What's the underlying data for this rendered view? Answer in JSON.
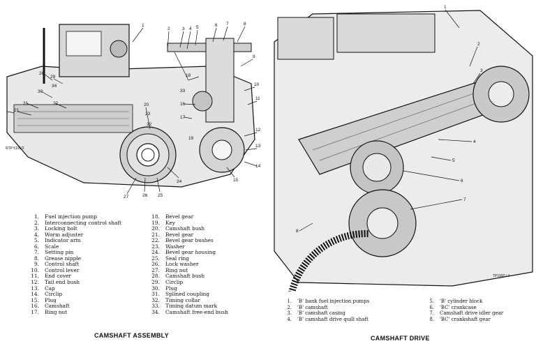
{
  "left_figure": {
    "caption": "CAMSHAFT ASSEMBLY",
    "reference_code": "NTP 5195/2",
    "callouts": [
      "1",
      "2",
      "3",
      "4",
      "5",
      "6",
      "7",
      "8",
      "9",
      "10",
      "11",
      "12",
      "13",
      "14",
      "15",
      "16",
      "17",
      "18",
      "19",
      "20",
      "21",
      "22",
      "23",
      "24",
      "25",
      "26",
      "27",
      "28",
      "29",
      "30",
      "31",
      "32",
      "33",
      "34"
    ],
    "legend": [
      {
        "num": "1.",
        "text": "Fuel injection pump"
      },
      {
        "num": "2.",
        "text": "Interconnecting control shaft"
      },
      {
        "num": "3.",
        "text": "Locking bolt"
      },
      {
        "num": "4.",
        "text": "Worm adjuster"
      },
      {
        "num": "5.",
        "text": "Indicator arm"
      },
      {
        "num": "6.",
        "text": "Scale"
      },
      {
        "num": "7.",
        "text": "Setting pin"
      },
      {
        "num": "8.",
        "text": "Grease nipple"
      },
      {
        "num": "9.",
        "text": "Control shaft"
      },
      {
        "num": "10.",
        "text": "Control lever"
      },
      {
        "num": "11.",
        "text": "End cover"
      },
      {
        "num": "12.",
        "text": "Tail end bush"
      },
      {
        "num": "13.",
        "text": "Cap"
      },
      {
        "num": "14.",
        "text": "Circlip"
      },
      {
        "num": "15.",
        "text": "Plug"
      },
      {
        "num": "16.",
        "text": "Camshaft"
      },
      {
        "num": "17.",
        "text": "Ring nut"
      },
      {
        "num": "18.",
        "text": "Bevel gear"
      },
      {
        "num": "19.",
        "text": "Key"
      },
      {
        "num": "20.",
        "text": "Camshaft bush"
      },
      {
        "num": "21.",
        "text": "Bevel gear"
      },
      {
        "num": "22.",
        "text": "Bevel gear bushes"
      },
      {
        "num": "23.",
        "text": "Washer"
      },
      {
        "num": "24.",
        "text": "Bevel gear housing"
      },
      {
        "num": "25.",
        "text": "Seal ring"
      },
      {
        "num": "26.",
        "text": "Lock washer"
      },
      {
        "num": "27.",
        "text": "Ring nut"
      },
      {
        "num": "28.",
        "text": "Camshaft bush"
      },
      {
        "num": "29.",
        "text": "Circlip"
      },
      {
        "num": "30.",
        "text": "Plug"
      },
      {
        "num": "31.",
        "text": "Splined coupling"
      },
      {
        "num": "32.",
        "text": "Timing collar"
      },
      {
        "num": "33.",
        "text": "Timing datum mark"
      },
      {
        "num": "34.",
        "text": "Camshaft free-end bush"
      }
    ]
  },
  "right_figure": {
    "caption": "CAMSHAFT DRIVE",
    "reference_code": "TP1992 / 4",
    "callouts": [
      "1",
      "2",
      "3",
      "4",
      "5",
      "6",
      "7",
      "8"
    ],
    "legend": [
      {
        "num": "1.",
        "text": "'B' bank fuel injection pumps"
      },
      {
        "num": "2.",
        "text": "'B' camshaft"
      },
      {
        "num": "3.",
        "text": "'B' camshaft casing"
      },
      {
        "num": "4.",
        "text": "'B' camshaft drive quill shaft"
      },
      {
        "num": "5.",
        "text": "'B' cylinder block"
      },
      {
        "num": "6.",
        "text": "'BC' crankcase"
      },
      {
        "num": "7.",
        "text": "Camshaft drive idler gear"
      },
      {
        "num": "8.",
        "text": "'BC' crankshaft gear"
      }
    ]
  }
}
